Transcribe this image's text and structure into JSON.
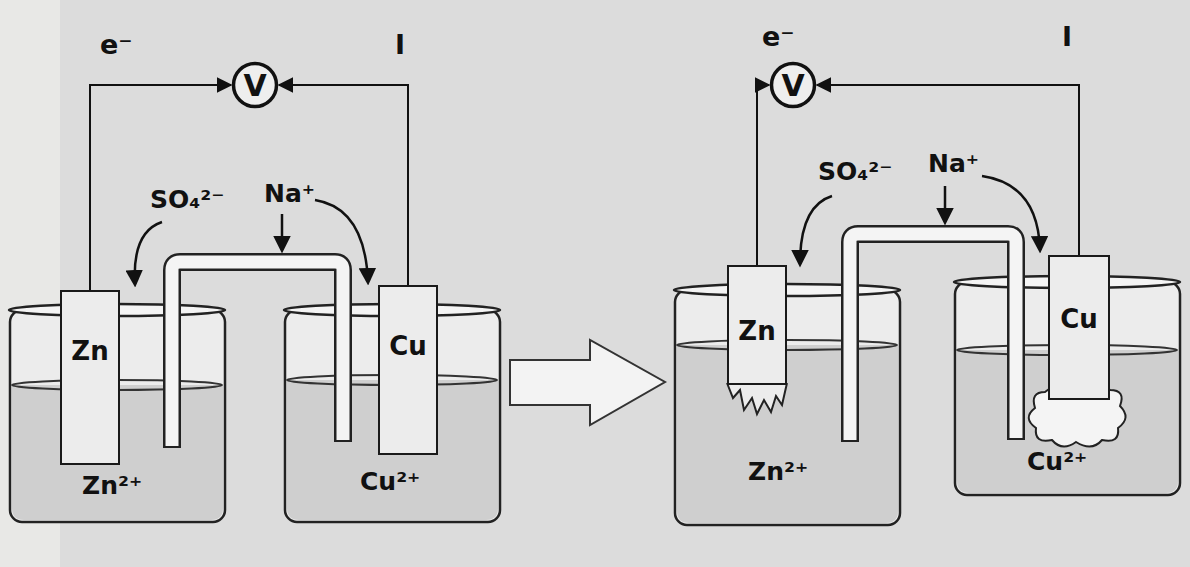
{
  "diagram": {
    "nodes": [
      {
        "text": [
          "V"
        ]
      },
      {
        "text": [
          "Zn"
        ]
      },
      {
        "text": [
          "Cu"
        ]
      },
      {
        "text": [
          "V"
        ]
      },
      {
        "text": [
          "Zn"
        ]
      },
      {
        "text": [
          "Cu"
        ]
      }
    ],
    "edges": [
      {
        "from": 1,
        "to": 0,
        "arrow": "to",
        "label": "e⁻"
      },
      {
        "from": 2,
        "to": 0,
        "arrow": "to",
        "label": "I"
      },
      {
        "from": 4,
        "to": 3,
        "arrow": "to",
        "label": "e⁻"
      },
      {
        "from": 5,
        "to": 3,
        "arrow": "to",
        "label": "I"
      }
    ],
    "labels": [
      "SO₄²⁻",
      "Na⁺",
      "Zn²⁺",
      "Cu²⁺",
      "SO₄²⁻",
      "Na⁺",
      "Zn²⁺",
      "Cu²⁺"
    ]
  }
}
